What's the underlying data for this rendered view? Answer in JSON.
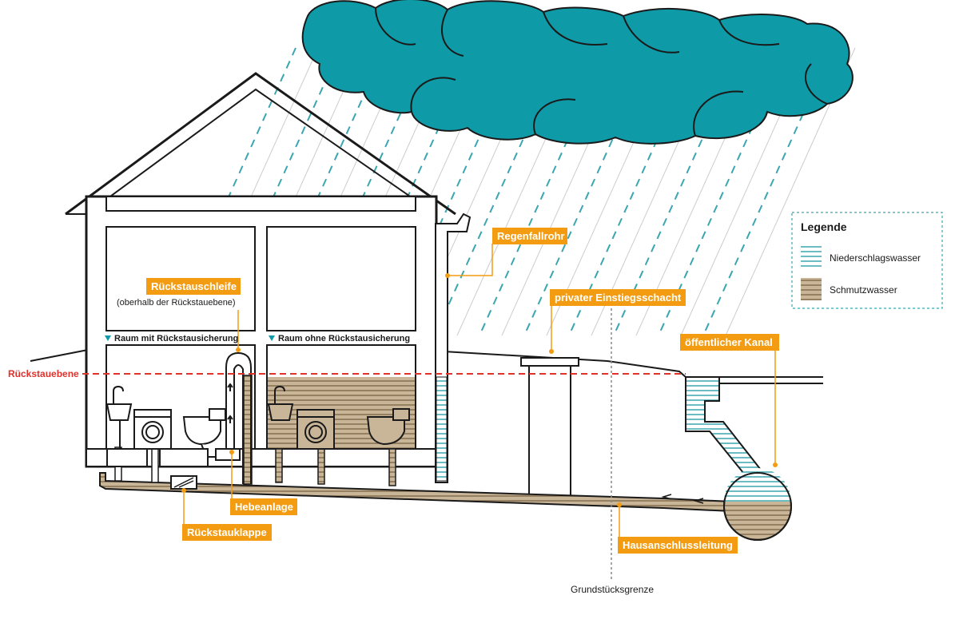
{
  "colors": {
    "label_bg": "#f39c12",
    "cloud": "#0e9aa7",
    "backflow_line": "#e0312b",
    "rain": "#3aa6b0",
    "rainwater_fill": "#bfe3ea",
    "wastewater_fill": "#b9a384",
    "outline": "#1a1a1a"
  },
  "labels": {
    "regenfallrohr": "Regenfallrohr",
    "rueckstauschleife": "Rückstauschleife",
    "rueckstauschleife_note": "(oberhalb der Rückstauebene)",
    "raum_mit": "Raum mit Rückstausicherung",
    "raum_ohne": "Raum ohne Rückstausicherung",
    "privater_einstieg": "privater Einstiegsschacht",
    "oeffentlicher_kanal": "öffentlicher Kanal",
    "rueckstauebene": "Rückstauebene",
    "hebeanlage": "Hebeanlage",
    "rueckstauklappe": "Rückstauklappe",
    "hausanschlussleitung": "Hausanschlussleitung",
    "grundstuecksgrenze": "Grundstücksgrenze"
  },
  "legend": {
    "title": "Legende",
    "items": [
      {
        "label": "Niederschlagswasser",
        "swatch": "rainwater"
      },
      {
        "label": "Schmutzwasser",
        "swatch": "wastewater"
      }
    ]
  },
  "icons": {
    "room_marker": "triangle-down-icon",
    "cloud": "cloud-icon",
    "washbasin": "washbasin-icon",
    "washing_machine": "washing-machine-icon",
    "toilet": "toilet-icon"
  }
}
